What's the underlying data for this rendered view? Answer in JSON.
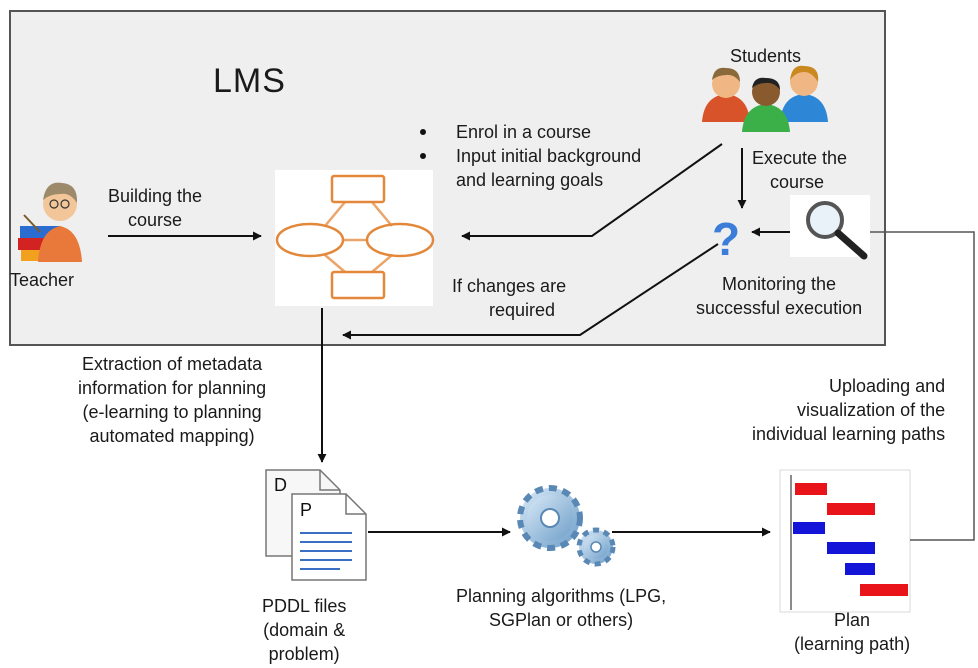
{
  "lms": {
    "title": "LMS"
  },
  "teacher": {
    "label": "Teacher"
  },
  "students": {
    "label": "Students"
  },
  "labels": {
    "building": [
      "Building the",
      "course"
    ],
    "enrol": [
      "Enrol in a course"
    ],
    "input_bg": [
      "Input initial background",
      "and learning goals"
    ],
    "execute": [
      "Execute the",
      "course"
    ],
    "changes": [
      "If changes are",
      "required"
    ],
    "monitoring": [
      "Monitoring the",
      "successful execution"
    ],
    "extraction": [
      "Extraction of metadata",
      "information for planning",
      "(e-learning to planning",
      "automated mapping)"
    ],
    "uploading": [
      "Uploading and",
      "visualization of the",
      "individual learning paths"
    ],
    "pddl": [
      "PDDL files",
      "(domain &",
      "problem)"
    ],
    "planning": [
      "Planning algorithms (LPG,",
      "SGPlan or others)"
    ],
    "plan": [
      "Plan",
      "(learning path)"
    ]
  },
  "doc_letters": {
    "domain": "D",
    "problem": "P"
  },
  "question_mark": "?",
  "colors": {
    "lms_fill": "#efefef",
    "lms_border": "#555555",
    "flow_stroke": "#e3883a",
    "question": "#3b7dd8",
    "gantt_red": "#e8141a",
    "gantt_blue": "#1414d8"
  }
}
